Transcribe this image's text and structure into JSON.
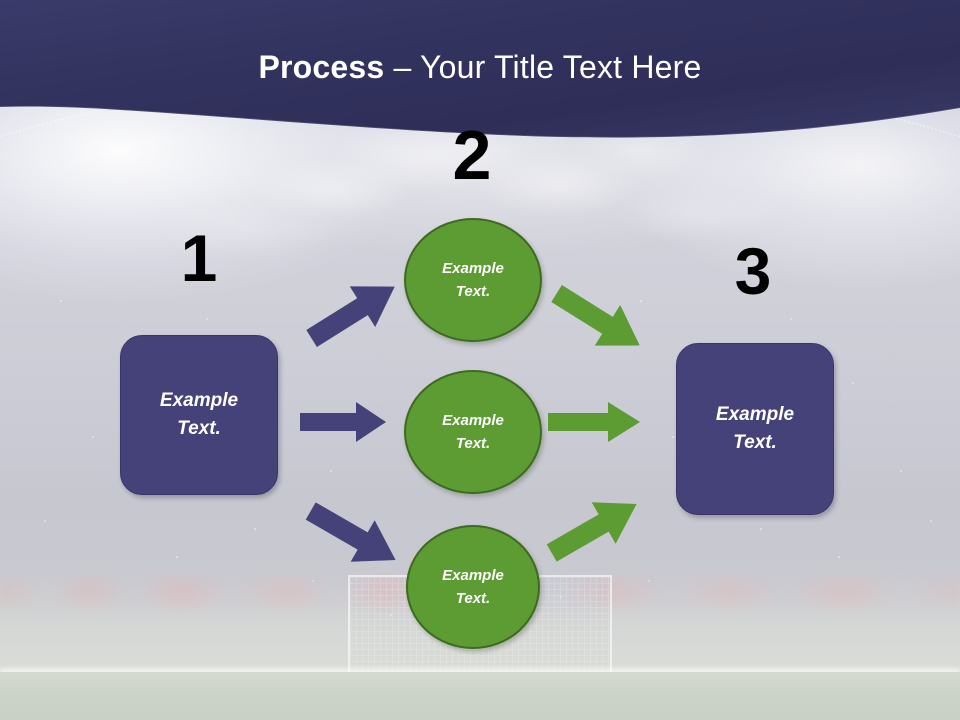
{
  "slide": {
    "title_bold": "Process",
    "title_dash": " – ",
    "title_rest": "Your Title Text Here",
    "background_name": "stadium-photo-background"
  },
  "colors": {
    "header_band": "#33335f",
    "navy_box_fill": "#454279",
    "navy_box_border": "#3a3768",
    "green_circle_fill": "#5d9b33",
    "green_circle_border": "#3d6b1f",
    "navy_arrow": "#454279",
    "green_arrow": "#5d9b33",
    "title_text": "#ffffff",
    "step_number": "#000000",
    "grass": "#ccd3c8"
  },
  "steps": {
    "one": "1",
    "two": "2",
    "three": "3"
  },
  "nodes": {
    "start_box": {
      "line1": "Example",
      "line2": "Text."
    },
    "middle_circles": [
      {
        "line1": "Example",
        "line2": "Text."
      },
      {
        "line1": "Example",
        "line2": "Text."
      },
      {
        "line1": "Example",
        "line2": "Text."
      }
    ],
    "end_box": {
      "line1": "Example",
      "line2": "Text."
    }
  },
  "arrows": [
    {
      "name": "arrow-navy-up",
      "direction": "up-right",
      "color": "#454279"
    },
    {
      "name": "arrow-navy-mid",
      "direction": "right",
      "color": "#454279"
    },
    {
      "name": "arrow-navy-down",
      "direction": "down-right",
      "color": "#454279"
    },
    {
      "name": "arrow-green-down",
      "direction": "down-right",
      "color": "#5d9b33"
    },
    {
      "name": "arrow-green-mid",
      "direction": "right",
      "color": "#5d9b33"
    },
    {
      "name": "arrow-green-up",
      "direction": "up-right",
      "color": "#5d9b33"
    }
  ]
}
